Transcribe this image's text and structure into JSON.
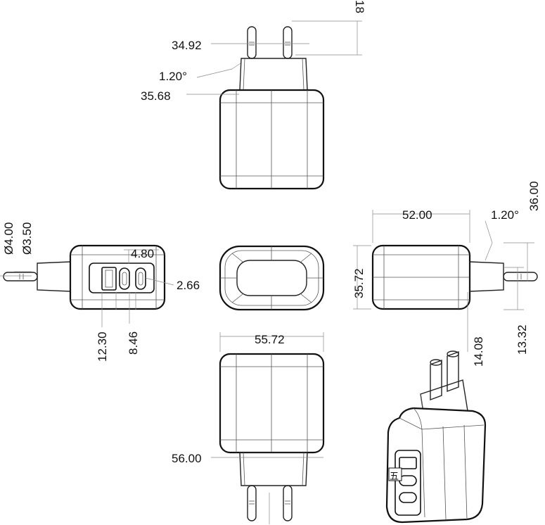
{
  "dimensions": {
    "pin_height_top": "18",
    "pin_spacing": "34.92",
    "pin_angle_top": "1.20°",
    "base_width": "35.68",
    "pin_dia_outer": "Ø4.00",
    "pin_dia_inner": "Ø3.50",
    "port_spacing": "4.80",
    "port_offset": "2.66",
    "usb_a_width": "12.30",
    "usb_c_width": "8.46",
    "body_depth": "52.00",
    "pin_angle_side": "1.20°",
    "overall_height": "36.00",
    "body_height": "35.72",
    "pin_length": "14.08",
    "pin_base": "13.32",
    "body_width_bottom": "55.72",
    "overall_width": "56.00"
  },
  "iso_view": {
    "port_label": "五"
  }
}
